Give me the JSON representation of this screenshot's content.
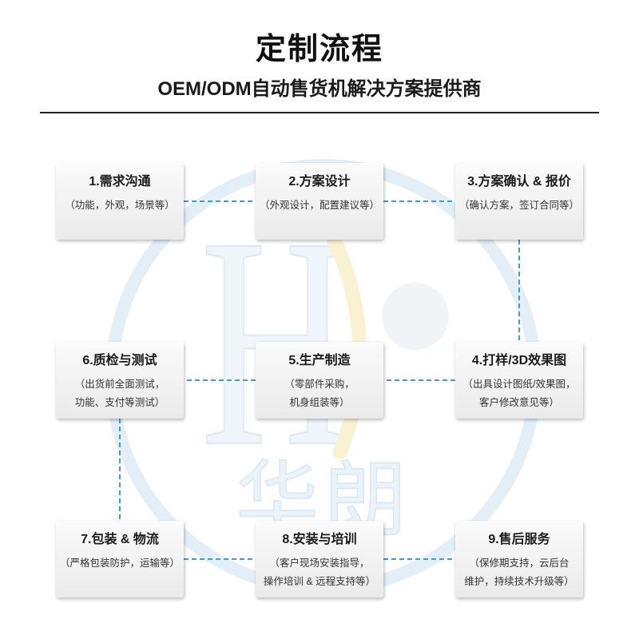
{
  "header": {
    "title": "定制流程",
    "subtitle": "OEM/ODM自动售货机解决方案提供商"
  },
  "steps": [
    {
      "title": "1.需求沟通",
      "desc": [
        "（功能，外观，场景等）"
      ]
    },
    {
      "title": "2.方案设计",
      "desc": [
        "（外观设计，配置建议等）"
      ]
    },
    {
      "title": "3.方案确认 & 报价",
      "desc": [
        "（确认方案，签订合同等）"
      ]
    },
    {
      "title": "4.打样/3D效果图",
      "desc": [
        "（出具设计图纸/效果图，",
        "客户修改意见等）"
      ]
    },
    {
      "title": "5.生产制造",
      "desc": [
        "（零部件采购，",
        "机身组装等）"
      ]
    },
    {
      "title": "6.质检与测试",
      "desc": [
        "（出货前全面测试，",
        "功能、支付等测试）"
      ]
    },
    {
      "title": "7.包装 & 物流",
      "desc": [
        "（严格包装防护，运输等）"
      ]
    },
    {
      "title": "8.安装与培训",
      "desc": [
        "（客户现场安装指导，",
        "操作培训 & 远程支持等）"
      ]
    },
    {
      "title": "9.售后服务",
      "desc": [
        "（保修期支持，云后台",
        "维护，持续技术升级等）"
      ]
    }
  ],
  "watermark": {
    "letter": "H",
    "text": "华朗"
  },
  "colors": {
    "connector": "#3d9fd6",
    "box_top": "#fbfbfb",
    "box_bottom": "#eaeaea",
    "text": "#1b1b1b",
    "rule": "#222222"
  }
}
